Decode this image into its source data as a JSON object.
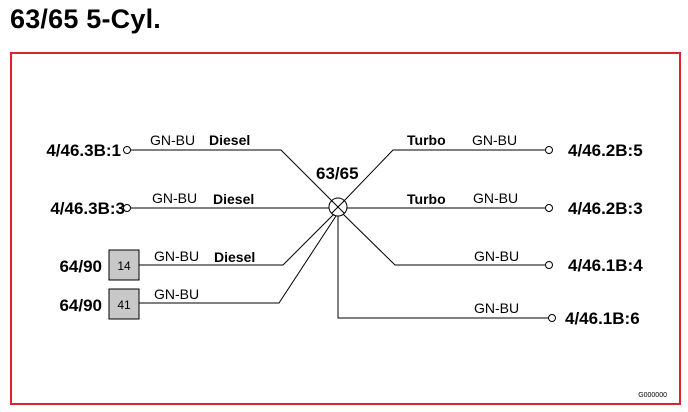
{
  "title": "63/65 5-Cyl.",
  "splice_label": "63/65",
  "image_code": "G000000",
  "left": [
    {
      "connector": "4/46.3B:1",
      "wire_color": "GN-BU",
      "signal": "Diesel"
    },
    {
      "connector": "4/46.3B:3",
      "wire_color": "GN-BU",
      "signal": "Diesel"
    },
    {
      "connector": "64/90",
      "pin": "14",
      "wire_color": "GN-BU",
      "signal": "Diesel"
    },
    {
      "connector": "64/90",
      "pin": "41",
      "wire_color": "GN-BU",
      "signal": ""
    }
  ],
  "right": [
    {
      "connector": "4/46.2B:5",
      "wire_color": "GN-BU",
      "signal": "Turbo"
    },
    {
      "connector": "4/46.2B:3",
      "wire_color": "GN-BU",
      "signal": "Turbo"
    },
    {
      "connector": "4/46.1B:4",
      "wire_color": "GN-BU",
      "signal": ""
    },
    {
      "connector": "4/46.1B:6",
      "wire_color": "GN-BU",
      "signal": ""
    }
  ],
  "colors": {
    "frame": "#d9232e",
    "pin_box": "#c8c8c8"
  }
}
